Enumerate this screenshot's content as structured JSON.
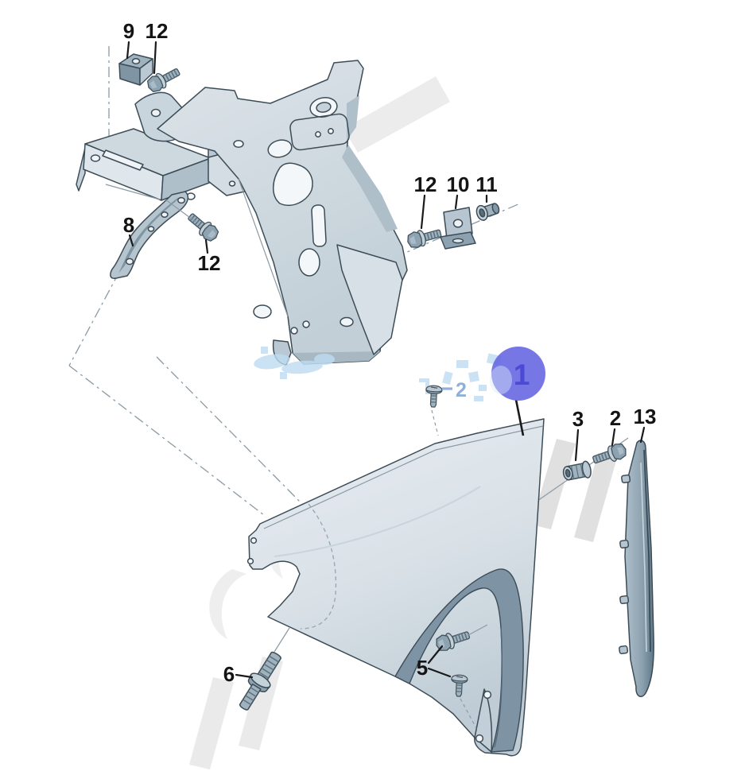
{
  "diagram": {
    "kind": "exploded-parts-diagram",
    "subject": "front fender and body side assembly",
    "background_color": "#ffffff",
    "line_color": "#3c4c57",
    "panel_light": "#e3e9ee",
    "panel_mid": "#c6d2da",
    "panel_dark": "#7e94a4",
    "highlight_circle_color": "#6a6ae2",
    "highlight_digit_color": "#4343cf",
    "highlighted_part": "1",
    "watermark": {
      "style": "diagonal-gray-letter-fragments-and-light-blue-blots"
    }
  },
  "callouts": [
    {
      "part": "9",
      "text": "9"
    },
    {
      "part": "12",
      "text": "12"
    },
    {
      "part": "8",
      "text": "8"
    },
    {
      "part": "12",
      "text": "12"
    },
    {
      "part": "12",
      "text": "12"
    },
    {
      "part": "10",
      "text": "10"
    },
    {
      "part": "11",
      "text": "11"
    },
    {
      "part": "2",
      "text": "2"
    },
    {
      "part": "1",
      "text": "1"
    },
    {
      "part": "3",
      "text": "3"
    },
    {
      "part": "2",
      "text": "2"
    },
    {
      "part": "13",
      "text": "13"
    },
    {
      "part": "6",
      "text": "6"
    },
    {
      "part": "5",
      "text": "5"
    }
  ]
}
